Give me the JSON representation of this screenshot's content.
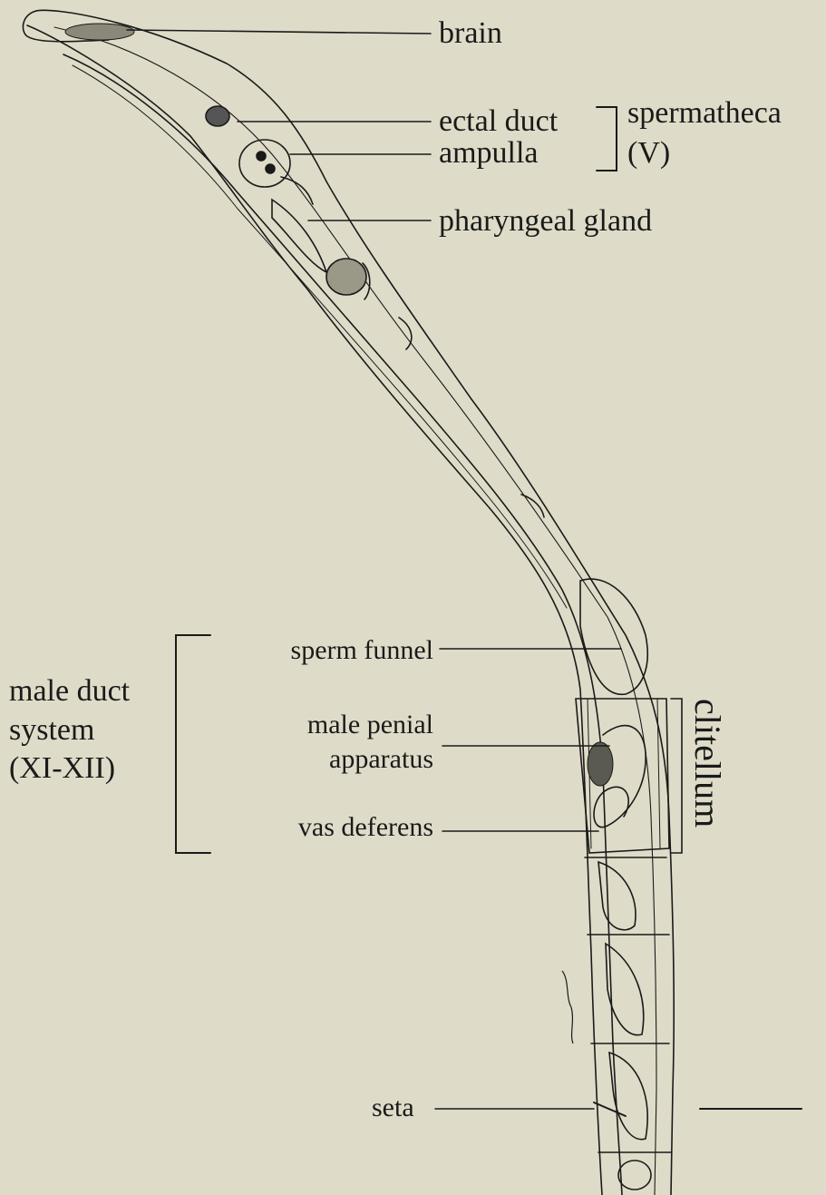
{
  "labels": {
    "brain": "brain",
    "ectal_duct": "ectal duct",
    "ampulla": "ampulla",
    "spermatheca_line1": "spermatheca",
    "spermatheca_line2": "(V)",
    "pharyngeal_gland": "pharyngeal gland",
    "sperm_funnel": "sperm funnel",
    "male_penial_line1": "male penial",
    "male_penial_line2": "apparatus",
    "vas_deferens": "vas deferens",
    "male_duct_line1": "male duct",
    "male_duct_line2": "system",
    "male_duct_line3": "(XI-XII)",
    "clitellum": "clitellum",
    "seta": "seta"
  },
  "colors": {
    "background": "#dedcc8",
    "ink": "#1a1a1a"
  }
}
